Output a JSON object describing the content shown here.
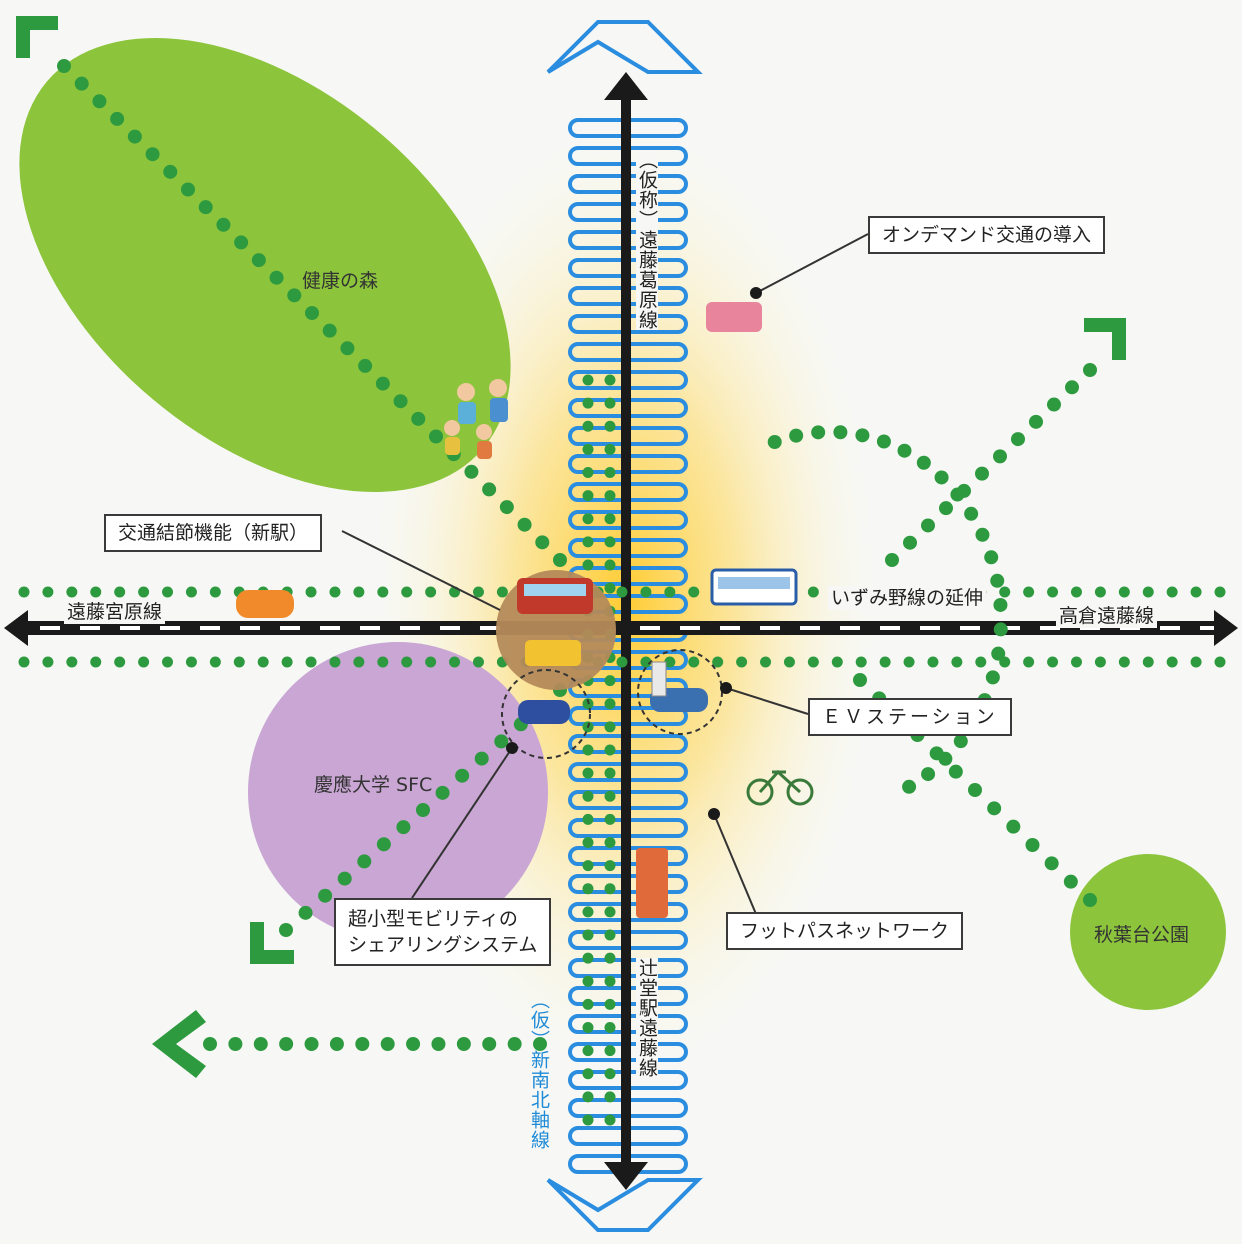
{
  "diagram": {
    "callouts": {
      "on_demand": "オンデマンド交通の導入",
      "transit_hub": "交通結節機能（新駅）",
      "ev_station": "ＥＶステーション",
      "mobility_share_line1": "超小型モビリティの",
      "mobility_share_line2": "シェアリングシステム",
      "footpath": "フットパスネットワーク"
    },
    "areas": {
      "forest": "健康の森",
      "keio": "慶應大学 SFC",
      "park": "秋葉台公園"
    },
    "roads": {
      "west": "遠藤宮原線",
      "east": "高倉遠藤線",
      "izumino": "いずみ野線の延伸",
      "north": "（仮称）遠藤葛原線",
      "south": "辻堂駅遠藤線",
      "new_axis": "（仮）新南北軸線"
    },
    "colors": {
      "green_dot": "#2e9a3f",
      "forest_fill": "#8cc43c",
      "campus_fill": "#c9a6d4",
      "park_fill": "#8cc43c",
      "blue_line": "#2a8de0",
      "road_black": "#1a1a1a",
      "glow": "#ffd24a",
      "hub": "#b48a5a"
    }
  }
}
